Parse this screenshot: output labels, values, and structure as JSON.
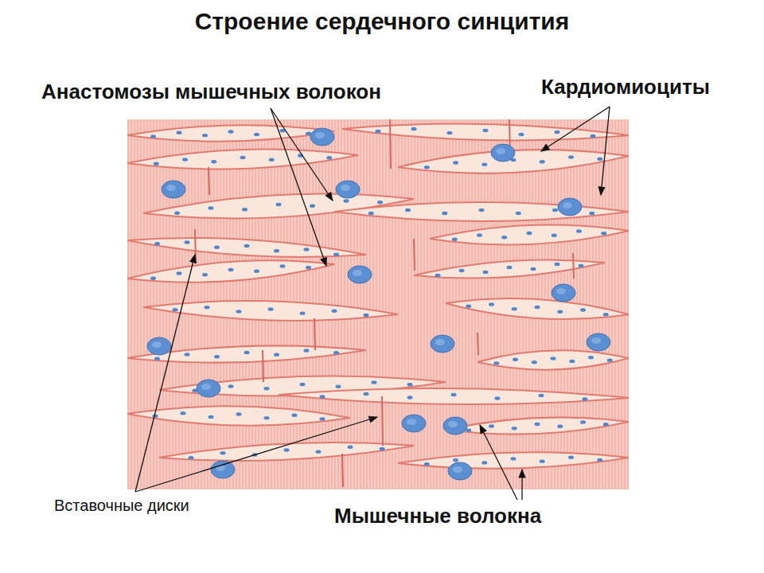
{
  "diagram": {
    "title": "Строение сердечного синцития",
    "labels": [
      "Анастомозы мышечных волокон",
      "Кардиомиоциты",
      "Вставочные диски",
      "Мышечные волокна"
    ]
  }
}
